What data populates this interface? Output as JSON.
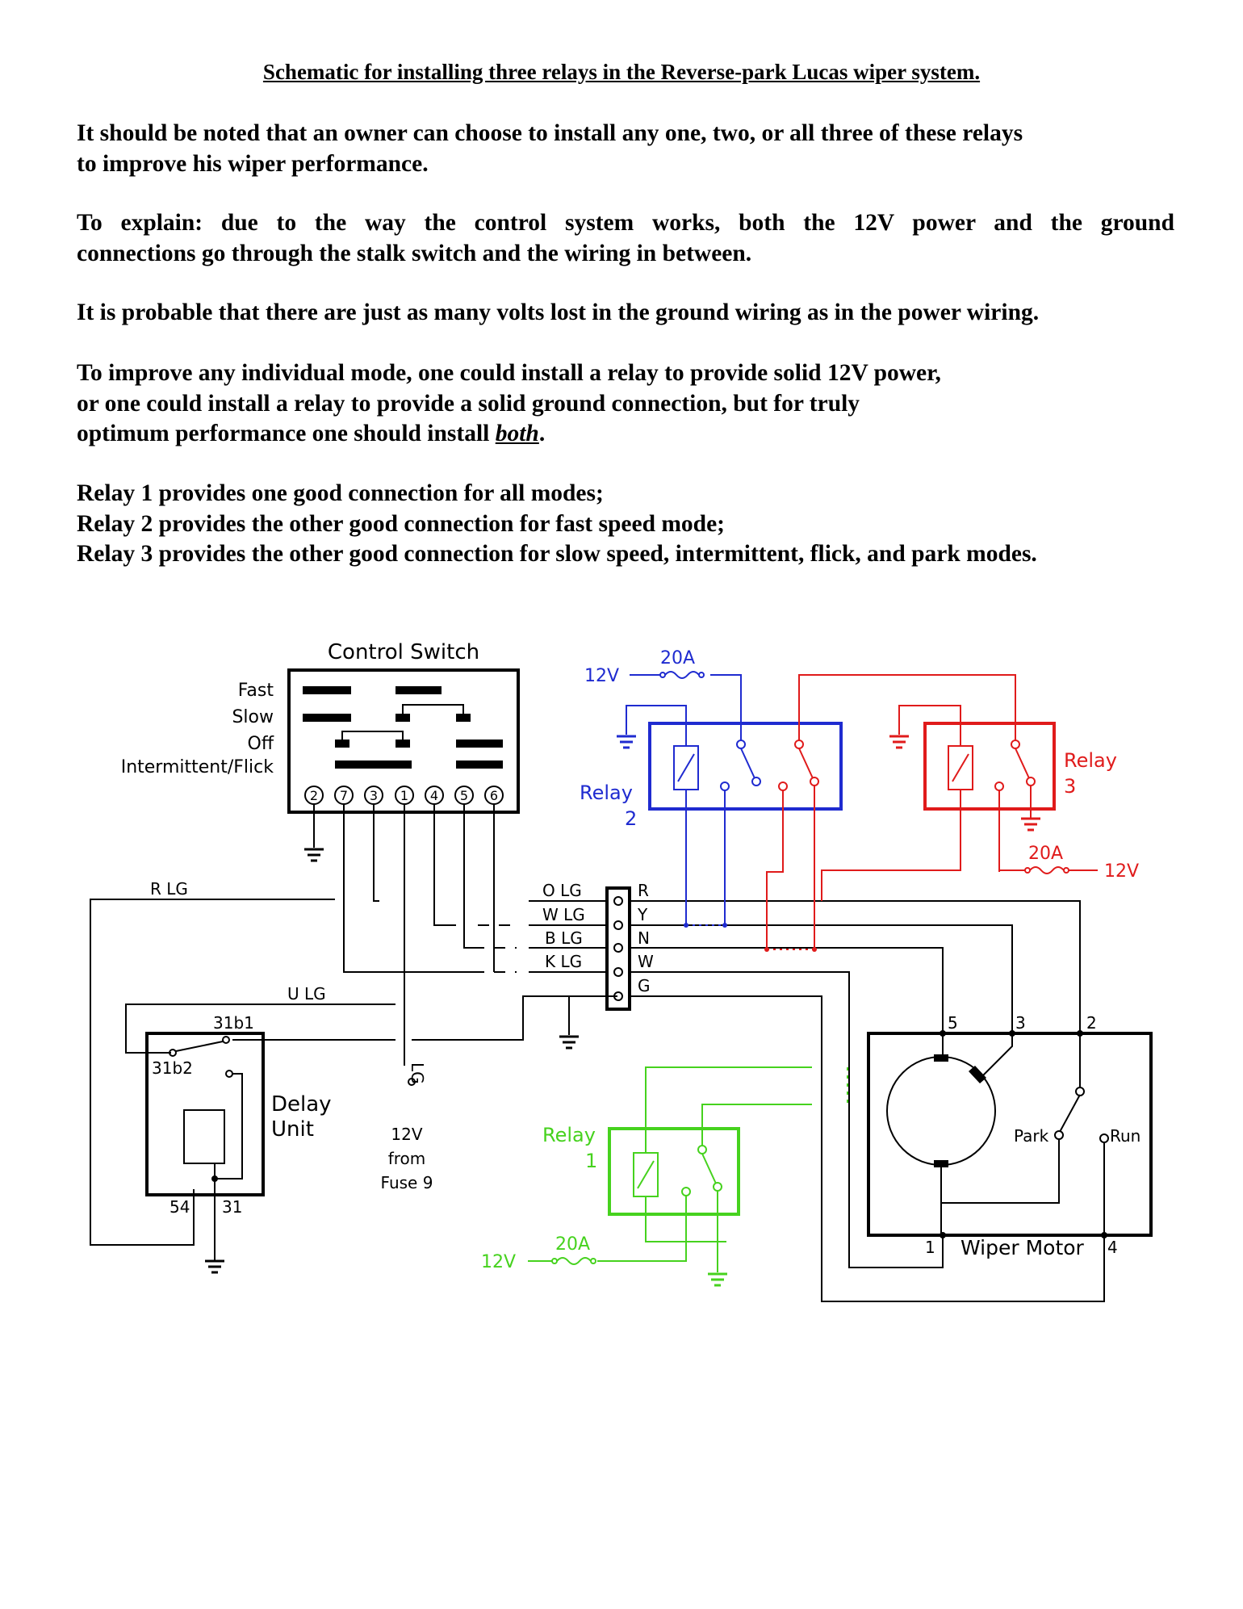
{
  "title": "Schematic for installing three relays in the Reverse-park Lucas wiper system.",
  "paragraphs": {
    "p1": [
      "It should be noted that an owner can choose to install any one, two, or all three of these relays",
      "to improve his wiper performance."
    ],
    "p2": [
      "To explain: due to the way the control system works, both the 12V power and the ground",
      "connections go through the stalk switch and the wiring in between."
    ],
    "p3": [
      "It is probable that there are just as many volts lost in the ground wiring as in the power wiring."
    ],
    "p4": [
      "To improve any individual mode, one could install a relay to provide solid 12V power,",
      "or one could install a relay to provide a solid ground connection, but for truly",
      "optimum performance one should install "
    ],
    "p4_emphasis": "both",
    "p4_end": ".",
    "p5": [
      "Relay 1 provides one good connection for all modes;",
      "Relay 2 provides the other good connection for fast speed mode;",
      "Relay 3 provides the other good connection for slow speed, intermittent, flick, and park modes."
    ]
  },
  "colors": {
    "black": "#000000",
    "blue": "#1f2bd0",
    "red": "#e01b1b",
    "green": "#46d21e"
  },
  "diagram": {
    "control_switch": {
      "title": "Control Switch",
      "positions": [
        "Fast",
        "Slow",
        "Off",
        "Intermittent/Flick"
      ],
      "terminals": [
        "2",
        "7",
        "3",
        "1",
        "4",
        "5",
        "6"
      ]
    },
    "wire_labels": {
      "rlg": "R LG",
      "ulg": "U LG",
      "olg": "O LG",
      "wlg": "W LG",
      "blg": "B LG",
      "klg": "K LG",
      "lg": "LG"
    },
    "connector_letters": [
      "R",
      "Y",
      "N",
      "W",
      "G"
    ],
    "delay_unit": {
      "label_line1": "Delay",
      "label_line2": "Unit",
      "t_31b1": "31b1",
      "t_31b2": "31b2",
      "t_54": "54",
      "t_31": "31"
    },
    "supply": {
      "line1": "12V",
      "line2": "from",
      "line3": "Fuse 9"
    },
    "relay1": {
      "label_line1": "Relay",
      "label_line2": "1",
      "fuse": "20A",
      "supply": "12V"
    },
    "relay2": {
      "label_line1": "Relay",
      "label_line2": "2",
      "fuse": "20A",
      "supply": "12V"
    },
    "relay3": {
      "label_line1": "Relay",
      "label_line2": "3",
      "fuse": "20A",
      "supply": "12V"
    },
    "motor": {
      "label": "Wiper Motor",
      "terminals": [
        "5",
        "3",
        "2",
        "1",
        "4"
      ],
      "park": "Park",
      "run": "Run"
    }
  }
}
